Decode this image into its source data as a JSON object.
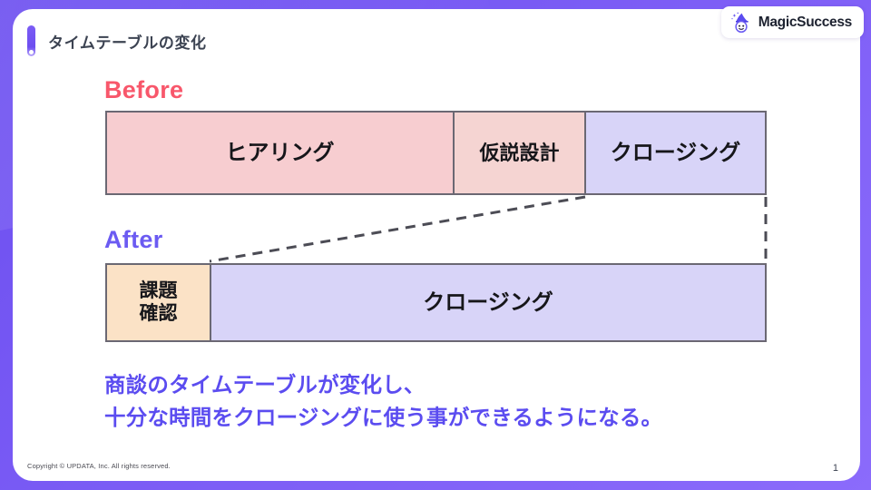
{
  "header": {
    "title": "タイムテーブルの変化",
    "accent_color": "#7b5cf5"
  },
  "logo": {
    "name": "MagicSuccess",
    "icon": "wizard-icon"
  },
  "background": {
    "color": "#7b5cf5",
    "card_color": "#ffffff"
  },
  "sections": {
    "before": {
      "label": "Before",
      "label_color": "#f8576b",
      "segments": [
        {
          "label": "ヒアリング",
          "color": "#f7cdd0"
        },
        {
          "label": "仮説設計",
          "color": "#f5d4d2"
        },
        {
          "label": "クロージング",
          "color": "#d8d4f8"
        }
      ]
    },
    "after": {
      "label": "After",
      "label_color": "#6b5bf2",
      "segments": [
        {
          "label": "課題\n確認",
          "color": "#fbe2c6"
        },
        {
          "label": "クロージング",
          "color": "#d8d4f8"
        }
      ]
    }
  },
  "summary": {
    "line1": "商談のタイムテーブルが変化し、",
    "line2": "十分な時間をクロージングに使う事ができるようになる。",
    "color": "#5b4cf0"
  },
  "footer": {
    "copyright": "Copyright © UPDATA, Inc. All rights reserved.",
    "page_number": "1"
  }
}
